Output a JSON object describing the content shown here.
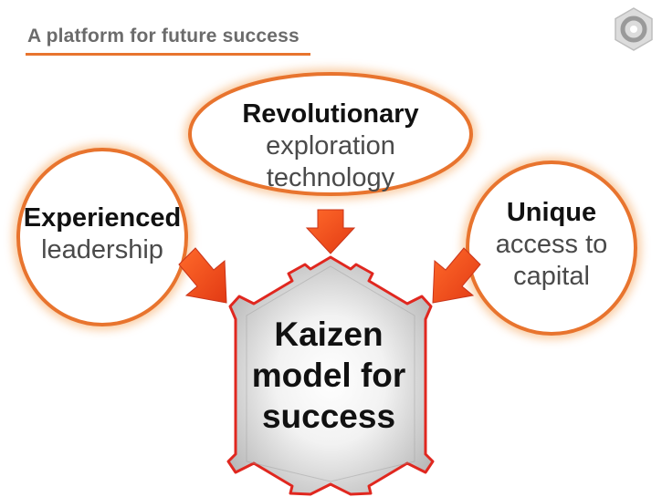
{
  "header": {
    "title": "A platform for future success",
    "logo_icon": "hexagon-ring-logo-icon"
  },
  "colors": {
    "accent": "#e8742e",
    "arrow": "#ee4a1c",
    "hex_border": "#e0271f",
    "hex_fill": "#d4d4d4"
  },
  "bubbles": {
    "top": {
      "strong": "Revolutionary",
      "soft_line1": "exploration",
      "soft_line2": "technology"
    },
    "left": {
      "strong": "Experienced",
      "soft_line1": "leadership"
    },
    "right": {
      "strong": "Unique",
      "soft_line1": "access to",
      "soft_line2": "capital"
    }
  },
  "center": {
    "line1": "Kaizen",
    "line2": "model for",
    "line3": "success"
  }
}
